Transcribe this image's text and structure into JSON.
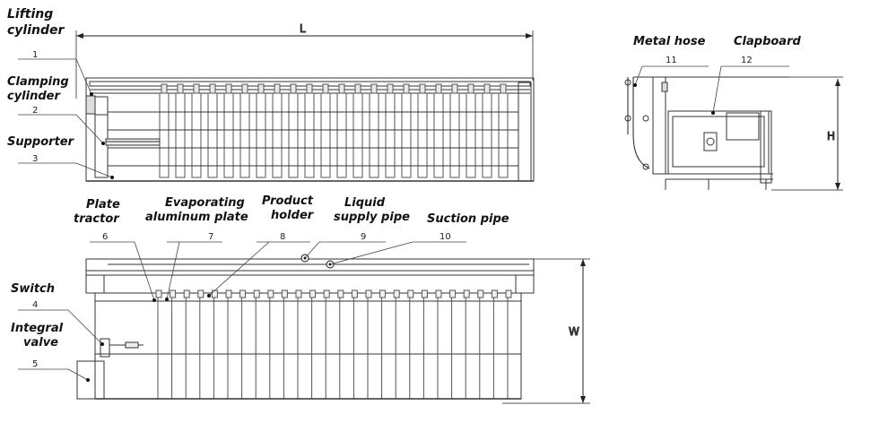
{
  "labels": {
    "lifting_cylinder_1": "Lifting",
    "lifting_cylinder_2": "cylinder",
    "clamping_cylinder_1": "Clamping",
    "clamping_cylinder_2": "cylinder",
    "supporter": "Supporter",
    "plate_tractor_1": "Plate",
    "plate_tractor_2": "tractor",
    "evaporating_plate_1": "Evaporating",
    "evaporating_plate_2": "aluminum plate",
    "product_holder_1": "Product",
    "product_holder_2": "holder",
    "liquid_supply_1": "Liquid",
    "liquid_supply_2": "supply pipe",
    "suction_pipe": "Suction pipe",
    "switch": "Switch",
    "integral_valve_1": "Integral",
    "integral_valve_2": "valve",
    "metal_hose": "Metal hose",
    "clapboard": "Clapboard"
  },
  "numbers": {
    "n1": "1",
    "n2": "2",
    "n3": "3",
    "n4": "4",
    "n5": "5",
    "n6": "6",
    "n7": "7",
    "n8": "8",
    "n9": "9",
    "n10": "10",
    "n11": "11",
    "n12": "12"
  },
  "dimensions": {
    "length": "L",
    "width": "W",
    "height": "H"
  }
}
